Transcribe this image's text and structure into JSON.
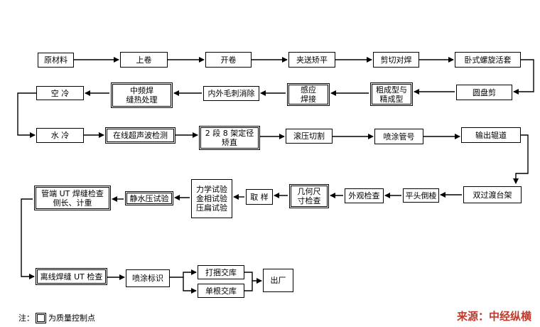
{
  "steps": {
    "raw_material": "原材料",
    "loading": "上卷",
    "uncoiling": "开卷",
    "pinch_level": "夹送矫平",
    "shear_weld": "剪切对焊",
    "spiral_looper": "卧式螺旋活套",
    "disc_shear": "圆盘剪",
    "forming": "粗成型与\n精成型",
    "induction_weld": "感应\n焊接",
    "deburr": "内外毛刺消除",
    "mf_heat_treat": "中频焊\n缝热处理",
    "air_cool": "空 冷",
    "water_cool": "水 冷",
    "online_ut": "在线超声波检测",
    "sizing": "2 段 8 架定径\n矫直",
    "cutting": "滚压切割",
    "marking": "喷涂管号",
    "output_table": "输出辊道",
    "transfer": "双过渡台架",
    "facing": "平头倒棱",
    "visual": "外观检查",
    "dimension": "几何尺\n寸检查",
    "sampling": "取 样",
    "tests": "力学试验\n金相试验\n压扁试验",
    "hydro": "静水压试验",
    "end_ut": "管端 UT 焊缝检查\n侧长、计重",
    "offline_ut": "离线焊缝 UT 检查",
    "spray_mark": "喷涂标识",
    "bundle": "打捆交库",
    "single": "单根交库",
    "exit": "出厂"
  },
  "legend": {
    "prefix": "注：",
    "label": "为质量控制点"
  },
  "source": "来源：中经纵横"
}
